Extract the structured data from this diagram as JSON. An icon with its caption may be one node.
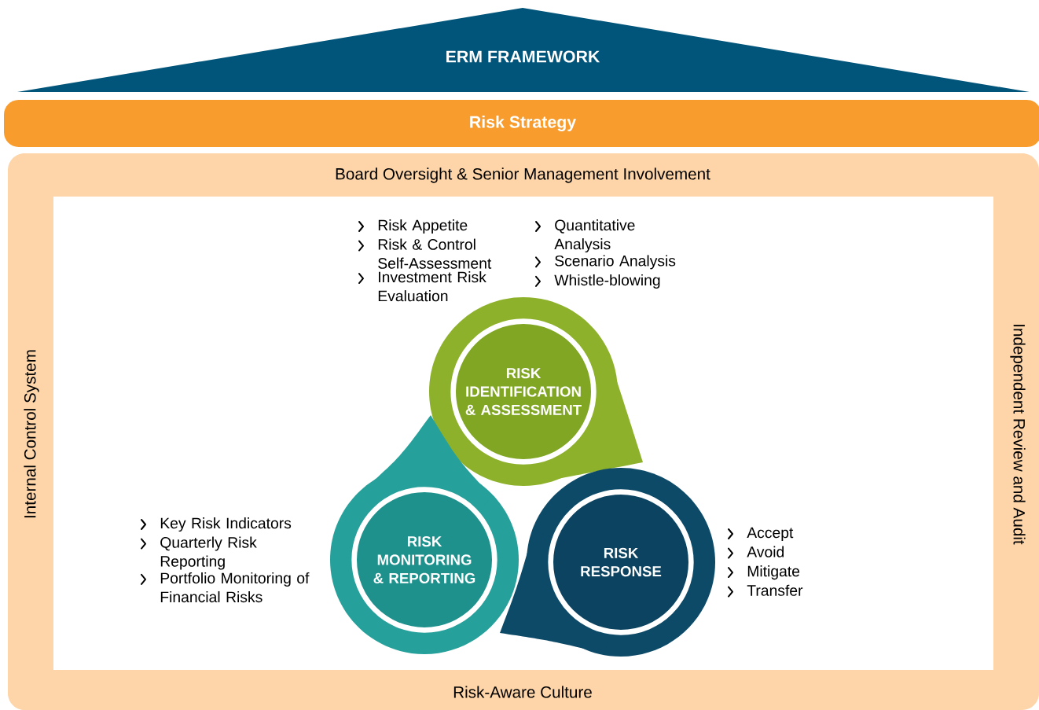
{
  "diagram": {
    "nodes": [
      {
        "text": [
          "ERM FRAMEWORK"
        ]
      },
      {
        "text": [
          "Risk Strategy"
        ]
      },
      {
        "text": [
          "Board Oversight & Senior Management Involvement",
          "Internal Control System",
          "Independent Review and Audit",
          "Risk-Aware Culture"
        ]
      },
      {
        "text": [
          "RISK IDENTIFICATION & ASSESSMENT"
        ],
        "in": 2,
        "beside": [
          "Risk Appetite",
          "Risk & Control Self-Assessment",
          "Investment Risk Evaluation",
          "Quantitative Analysis",
          "Scenario Analysis",
          "Whistle-blowing"
        ]
      },
      {
        "text": [
          "RISK MONITORING & REPORTING"
        ],
        "in": 2,
        "beside": [
          "Key Risk Indicators",
          "Quarterly Risk Reporting",
          "Portfolio Monitoring of Financial Risks"
        ]
      },
      {
        "text": [
          "RISK RESPONSE"
        ],
        "in": 2,
        "beside": [
          "Accept",
          "Avoid",
          "Mitigate",
          "Transfer"
        ]
      }
    ]
  }
}
